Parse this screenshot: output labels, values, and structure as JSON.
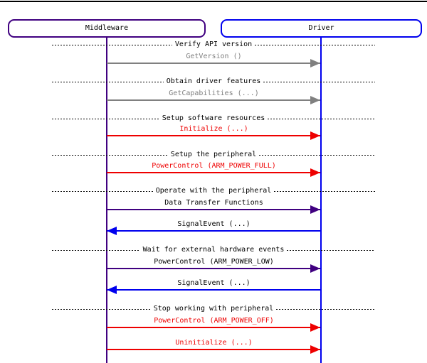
{
  "diagram": {
    "type": "sequence-diagram",
    "entities": [
      {
        "label": "Middleware",
        "color": "#400080"
      },
      {
        "label": "Driver",
        "color": "#0000EE"
      }
    ],
    "rows": [
      {
        "type": "divider",
        "label": "Verify API version"
      },
      {
        "type": "message",
        "label": "GetVersion ()",
        "from": "Middleware",
        "to": "Driver",
        "direction": "right",
        "color": "#808080"
      },
      {
        "type": "divider",
        "label": "Obtain driver features"
      },
      {
        "type": "message",
        "label": "GetCapabilities (...)",
        "from": "Middleware",
        "to": "Driver",
        "direction": "right",
        "color": "#808080"
      },
      {
        "type": "divider",
        "label": "Setup software resources"
      },
      {
        "type": "message",
        "label": "Initialize (...)",
        "from": "Middleware",
        "to": "Driver",
        "direction": "right",
        "color": "#EE0000"
      },
      {
        "type": "divider",
        "label": "Setup the peripheral"
      },
      {
        "type": "message",
        "label": "PowerControl (ARM_POWER_FULL)",
        "from": "Middleware",
        "to": "Driver",
        "direction": "right",
        "color": "#EE0000"
      },
      {
        "type": "divider",
        "label": "Operate with the peripheral"
      },
      {
        "type": "message",
        "label": "Data Transfer Functions",
        "from": "Middleware",
        "to": "Driver",
        "direction": "right",
        "color": "#400080",
        "label_color": "#000000"
      },
      {
        "type": "message",
        "label": "SignalEvent (...)",
        "from": "Driver",
        "to": "Middleware",
        "direction": "left",
        "color": "#0000EE",
        "label_color": "#000000"
      },
      {
        "type": "divider",
        "label": "Wait for external hardware events"
      },
      {
        "type": "message",
        "label": "PowerControl (ARM_POWER_LOW)",
        "from": "Middleware",
        "to": "Driver",
        "direction": "right",
        "color": "#400080",
        "label_color": "#000000"
      },
      {
        "type": "message",
        "label": "SignalEvent (...)",
        "from": "Driver",
        "to": "Middleware",
        "direction": "left",
        "color": "#0000EE",
        "label_color": "#000000"
      },
      {
        "type": "divider",
        "label": "Stop working with peripheral"
      },
      {
        "type": "message",
        "label": "PowerControl (ARM_POWER_OFF)",
        "from": "Middleware",
        "to": "Driver",
        "direction": "right",
        "color": "#EE0000"
      },
      {
        "type": "message",
        "label": "Uninitialize (...)",
        "from": "Middleware",
        "to": "Driver",
        "direction": "right",
        "color": "#EE0000"
      }
    ]
  }
}
